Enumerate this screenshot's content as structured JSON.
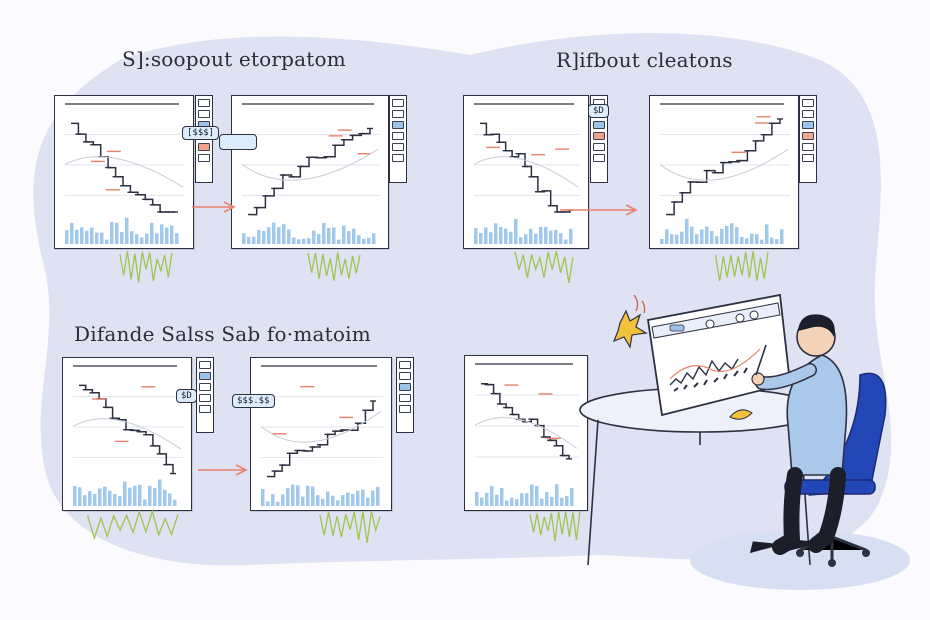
{
  "headings": {
    "top_left": "S]:soopout etorpatom",
    "top_right": "R]ifbout cleatons",
    "bottom_left": "Difande Salss Sab fo·matoim"
  },
  "chart_tags": {
    "tl_a": "[$$$]",
    "bl_a": "$D",
    "bl_b": "$$$.$$",
    "tr_a": "$D"
  },
  "colors": {
    "blob": "#dfe2f3",
    "ink": "#2d3040",
    "bars": "#8fc0ea",
    "accent_red": "#e8826a",
    "wave_green": "#9cc64e",
    "chair_blue": "#2447b8",
    "shirt": "#a9c8ea",
    "pants": "#1c1e2a"
  },
  "icons": [
    "person-at-desk-illustration",
    "monitor-chart-icon",
    "sparkle-icon",
    "arrow-right-icon"
  ]
}
